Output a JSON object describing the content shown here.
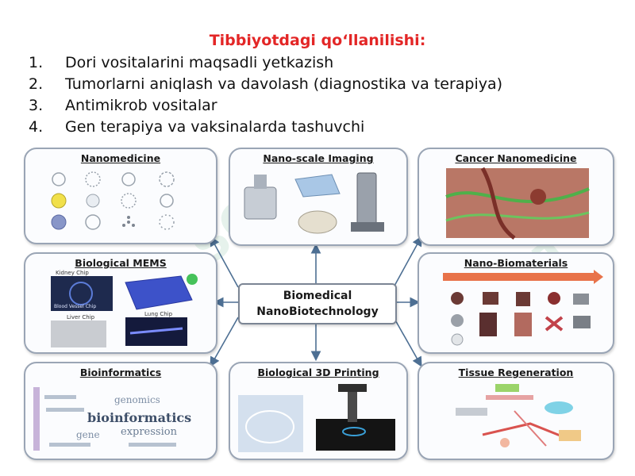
{
  "heading": "Tibbiyotdagi qo‘llanilishi:",
  "list": [
    {
      "num": "1.",
      "text": "Dori vositalarini maqsadli yetkazish"
    },
    {
      "num": "2.",
      "text": "Tumorlarni aniqlash va davolash (diagnostika va terapiya)"
    },
    {
      "num": "3.",
      "text": "Antimikrob vositalar"
    },
    {
      "num": "4.",
      "text": "Gen terapiya va vaksinalarda tashuvchi"
    }
  ],
  "center": {
    "line1": "Biomedical",
    "line2": "NanoBiotechnology"
  },
  "panels": [
    {
      "title": "Nanomedicine"
    },
    {
      "title": "Nano-scale Imaging"
    },
    {
      "title": "Cancer Nanomedicine"
    },
    {
      "title": "Biological MEMS",
      "labels": [
        "Kidney Chip",
        "Blood Vessel Chip",
        "Liver Chip",
        "Lung Chip"
      ]
    },
    {
      "title": "Nano-Biomaterials"
    },
    {
      "title": "Bioinformatics",
      "words": [
        "genomics",
        "bioinformatics",
        "expression",
        "gene"
      ]
    },
    {
      "title": "Biological 3D Printing"
    },
    {
      "title": "Tissue Regeneration"
    }
  ],
  "watermark": "SOFT",
  "colors": {
    "heading": "#e32626",
    "arrow": "#4d6f93",
    "panel_border": "#9aa5b5"
  }
}
